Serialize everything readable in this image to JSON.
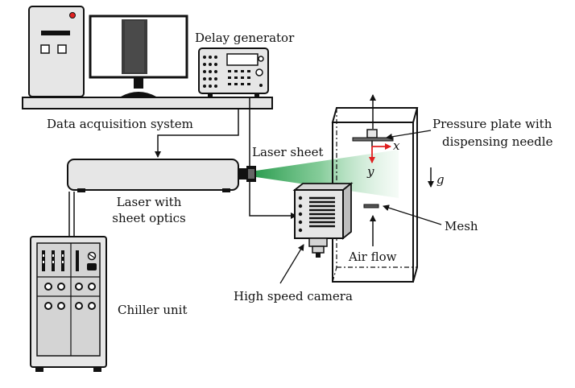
{
  "labels": {
    "delay_generator": "Delay generator",
    "data_acquisition": "Data acquisition system",
    "laser_sheet": "Laser sheet",
    "laser_line1": "Laser with",
    "laser_line2": "sheet optics",
    "pressure_line1": "Pressure plate with",
    "pressure_line2": "dispensing needle",
    "mesh": "Mesh",
    "air_flow": "Air flow",
    "camera": "High speed camera",
    "chiller": "Chiller unit"
  },
  "axes": {
    "x": "x",
    "y": "y",
    "g": "g"
  },
  "colors": {
    "stroke": "#111111",
    "body_fill": "#e6e6e6",
    "panel_fill": "#d4d4d4",
    "laser_green": "#3aa65a",
    "axis_red": "#e02020"
  }
}
